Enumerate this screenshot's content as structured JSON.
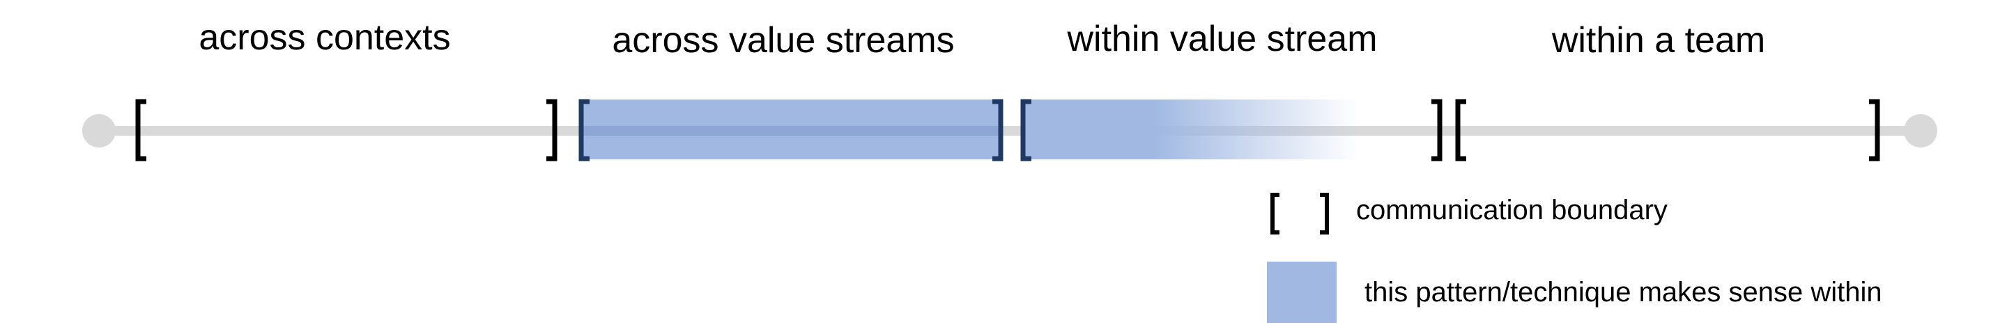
{
  "segments": [
    {
      "label": "across contexts"
    },
    {
      "label": "across value streams"
    },
    {
      "label": "within value stream"
    },
    {
      "label": "within a team"
    }
  ],
  "legend": {
    "boundary_label": "communication boundary",
    "highlight_label": "this pattern/technique makes sense within"
  },
  "colors": {
    "axis": "#d9d9d9",
    "endpoint": "#d9d9d9",
    "bracket_plain": "#000000",
    "bracket_highlight": "#1f3864",
    "highlight": "#a0b8e2",
    "axis_on_highlight": "#8ea6d6"
  }
}
